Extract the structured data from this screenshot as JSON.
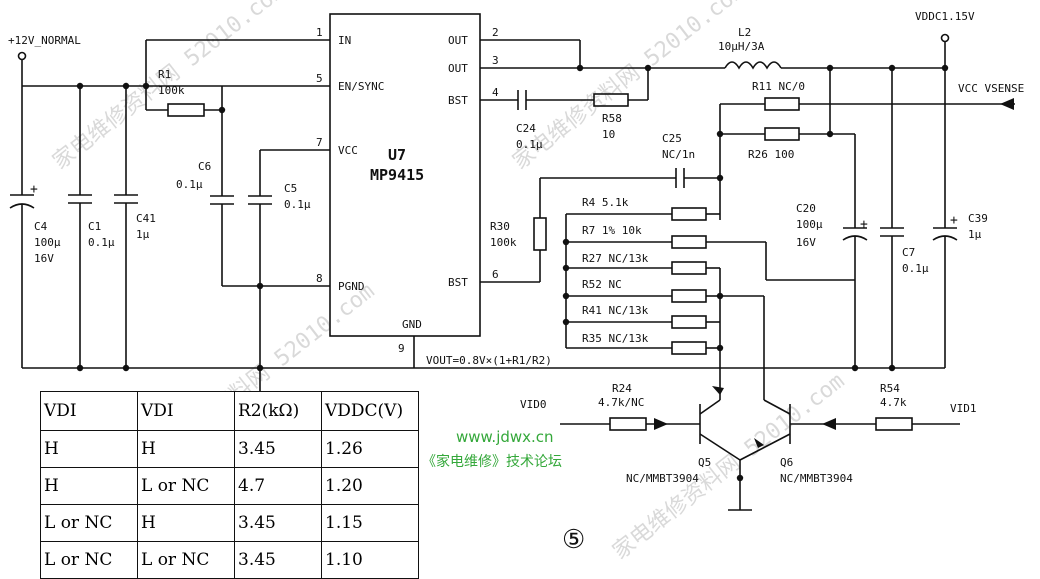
{
  "watermark": "家电维修资料网 52010.com",
  "site": {
    "url": "www.jdwx.cn",
    "name": "《家电维修》技术论坛"
  },
  "figure_number": "⑤",
  "nets": {
    "input": "+12V_NORMAL",
    "output": "VDDC1.15V",
    "sense": "VCC VSENSE",
    "vid0": "VID0",
    "vid1": "VID1"
  },
  "ic": {
    "ref": "U7",
    "part": "MP9415",
    "pins": {
      "in": "IN",
      "en": "EN/SYNC",
      "vcc": "VCC",
      "pgnd": "PGND",
      "gnd": "GND",
      "out1": "OUT",
      "out2": "OUT",
      "bst1": "BST",
      "bst2": "BST"
    },
    "pin_numbers": {
      "p1": "1",
      "p5": "5",
      "p7": "7",
      "p8": "8",
      "p9": "9",
      "p2": "2",
      "p3": "3",
      "p4": "4",
      "p6": "6"
    }
  },
  "formula": "VOUT=0.8V×(1+R1/R2)",
  "components": {
    "C4": {
      "ref": "C4",
      "value": "100μ",
      "extra": "16V"
    },
    "C1": {
      "ref": "C1",
      "value": "0.1μ"
    },
    "C41": {
      "ref": "C41",
      "value": "1μ"
    },
    "R1": {
      "ref": "R1",
      "value": "100k"
    },
    "C6": {
      "ref": "C6",
      "value": "0.1μ"
    },
    "C5": {
      "ref": "C5",
      "value": "0.1μ"
    },
    "C24": {
      "ref": "C24",
      "value": "0.1μ"
    },
    "R58": {
      "ref": "R58",
      "value": "10"
    },
    "L2": {
      "ref": "L2",
      "value": "10μH/3A"
    },
    "R11": {
      "label": "R11  NC/0"
    },
    "C25": {
      "ref": "C25",
      "value": "NC/1n"
    },
    "R26": {
      "label": "R26  100"
    },
    "R30": {
      "ref": "R30",
      "value": "100k"
    },
    "R4": {
      "label": "R4  5.1k"
    },
    "R7": {
      "label": "R7  1% 10k"
    },
    "R27": {
      "label": "R27  NC/13k"
    },
    "R52": {
      "label": "R52  NC"
    },
    "R41": {
      "label": "R41  NC/13k"
    },
    "R35": {
      "label": "R35  NC/13k"
    },
    "C20": {
      "ref": "C20",
      "value": "100μ",
      "extra": "16V"
    },
    "C7": {
      "ref": "C7",
      "value": "0.1μ"
    },
    "C39": {
      "ref": "C39",
      "value": "1μ"
    },
    "R24": {
      "ref": "R24",
      "value": "4.7k/NC"
    },
    "R54": {
      "ref": "R54",
      "value": "4.7k"
    },
    "Q5": {
      "ref": "Q5",
      "value": "NC/MMBT3904"
    },
    "Q6": {
      "ref": "Q6",
      "value": "NC/MMBT3904"
    }
  },
  "table": {
    "headers": [
      "VDI",
      "VDI",
      "R2(kΩ)",
      "VDDC(V)"
    ],
    "rows": [
      [
        "H",
        "H",
        "3.45",
        "1.26"
      ],
      [
        "H",
        "L or NC",
        "4.7",
        "1.20"
      ],
      [
        "L or NC",
        "H",
        "3.45",
        "1.15"
      ],
      [
        "L or NC",
        "L or NC",
        "3.45",
        "1.10"
      ]
    ]
  }
}
